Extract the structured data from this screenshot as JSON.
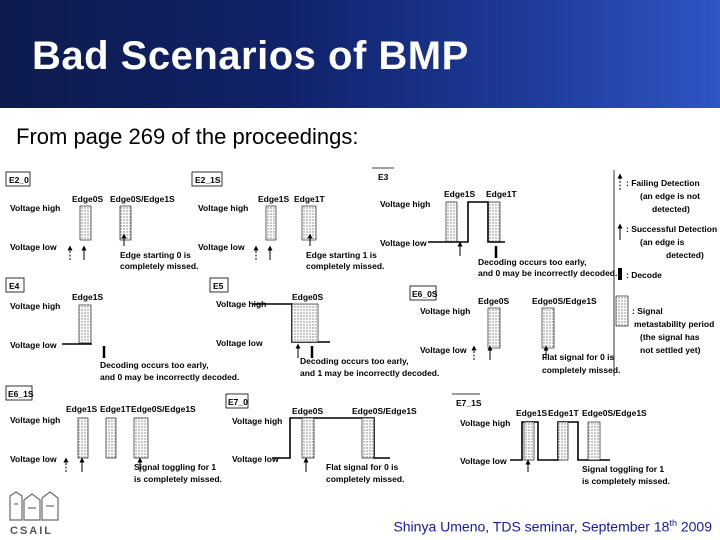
{
  "title": "Bad Scenarios of BMP",
  "subtitle": "From page 269 of the proceedings:",
  "footer": {
    "text_before": "Shinya Umeno, TDS seminar, September 18",
    "sup": "th",
    "text_after": " 2009"
  },
  "logo": {
    "text": "CSAIL"
  },
  "colors": {
    "header_dark": "#0d1b4d",
    "header_light": "#2f55c4",
    "title_text": "#ffffff",
    "footer_text": "#1a1a9a"
  },
  "figure": {
    "voltage_high": "Voltage high",
    "voltage_low": "Voltage low",
    "panels": {
      "e2_0": {
        "label": "E2_0",
        "edges": [
          "Edge0S",
          "Edge0S/Edge1S"
        ],
        "note1": "Edge starting 0 is",
        "note2": "completely missed."
      },
      "e2_1s": {
        "label": "E2_1S",
        "edges": [
          "Edge1S",
          "Edge1T"
        ],
        "note1": "Edge starting 1 is",
        "note2": "completely missed."
      },
      "e3": {
        "label": "E3",
        "edges": [
          "Edge1S",
          "Edge1T"
        ],
        "note1": "Decoding occurs too early,",
        "note2": "and 0 may be incorrectly decoded."
      },
      "e4": {
        "label": "E4",
        "edges": [
          "Edge1S"
        ],
        "note1": "Decoding occurs too early,",
        "note2": "and 0 may be incorrectly decoded."
      },
      "e5": {
        "label": "E5",
        "edges": [
          "Edge0S"
        ],
        "note1": "Decoding occurs too early,",
        "note2": "and 1 may be incorrectly decoded."
      },
      "e6_0s": {
        "label": "E6_0S",
        "edges": [
          "Edge0S",
          "Edge0S/Edge1S"
        ],
        "note1": "Flat signal for 0 is",
        "note2": "completely missed."
      },
      "e6_1s": {
        "label": "E6_1S",
        "edges": [
          "Edge1S",
          "Edge1T",
          "Edge0S/Edge1S"
        ],
        "note1": "Signal toggling for 1",
        "note2": "is completely missed."
      },
      "e7_0": {
        "label": "E7_0",
        "edges": [
          "Edge0S",
          "Edge0S/Edge1S"
        ],
        "note1": "Flat signal for 0 is",
        "note2": "completely missed."
      },
      "e7_1s": {
        "label": "E7_1S",
        "edges": [
          "Edge1S",
          "Edge1T",
          "Edge0S/Edge1S"
        ],
        "note1": "Signal toggling for 1",
        "note2": "is completely missed."
      }
    },
    "legend": {
      "failing": [
        ": Failing Detection",
        "(an edge is not",
        "detected)"
      ],
      "success": [
        ": Successful Detection",
        "(an edge is",
        "detected)"
      ],
      "decode": [
        ": Decode"
      ],
      "meta": [
        ": Signal",
        "metastability period",
        "(the signal has",
        "not settled yet)"
      ]
    }
  }
}
